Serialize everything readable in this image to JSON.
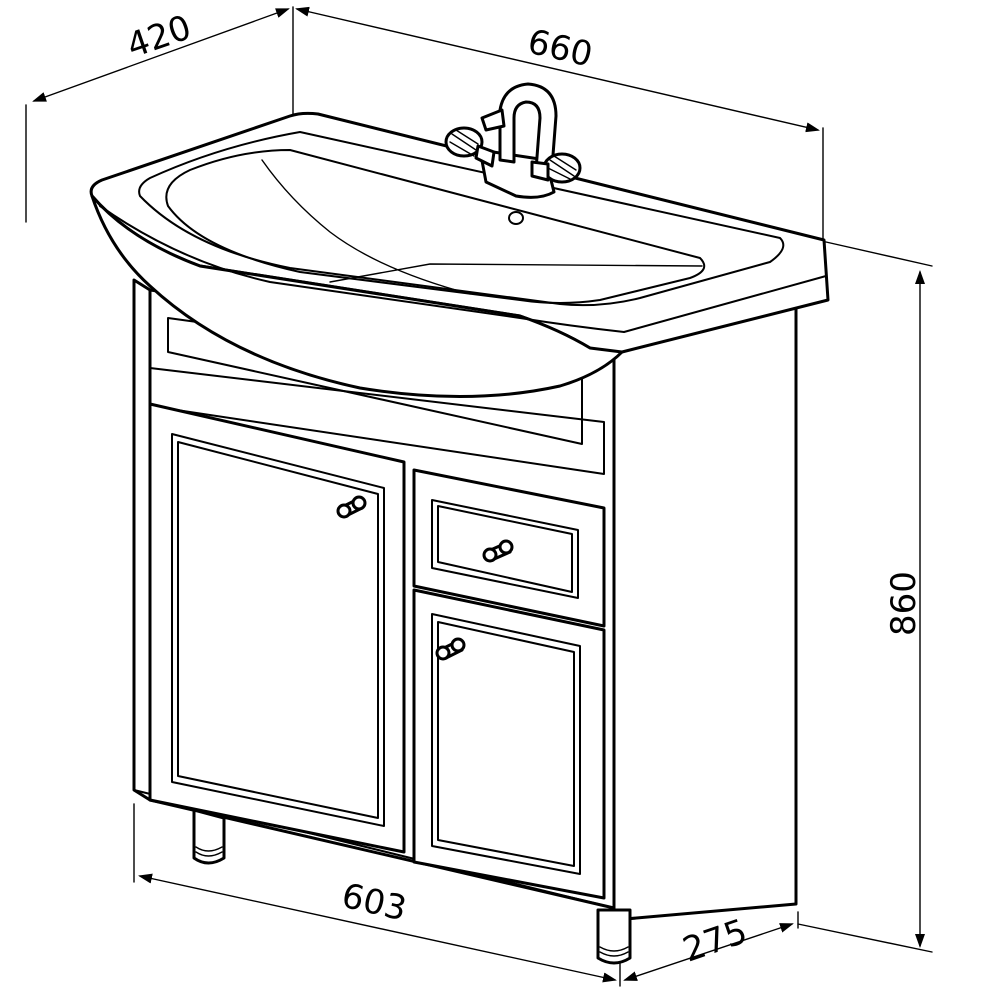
{
  "dimensions": {
    "top_depth": "420",
    "top_width": "660",
    "height": "860",
    "bottom_width": "603",
    "bottom_depth": "275"
  },
  "colors": {
    "line": "#000000",
    "background": "#ffffff"
  }
}
